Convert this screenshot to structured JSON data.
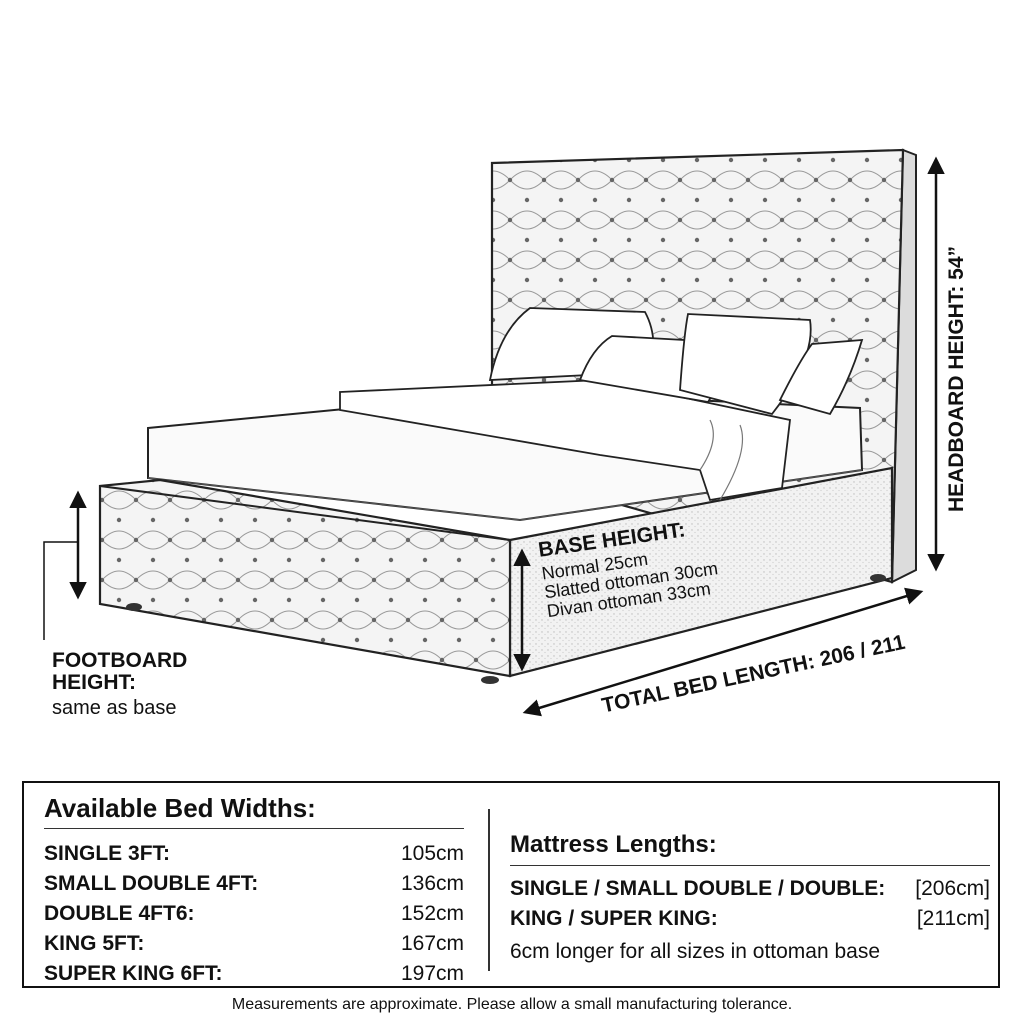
{
  "labels": {
    "footboard_title_1": "FOOTBOARD",
    "footboard_title_2": "HEIGHT:",
    "footboard_sub": "same as base",
    "headboard": "HEADBOARD HEIGHT: 54”",
    "base_title": "BASE HEIGHT:",
    "base_lines": [
      "Normal 25cm",
      "Slatted ottoman 30cm",
      "Divan ottoman 33cm"
    ],
    "total_length": "TOTAL BED LENGTH: 206 / 211"
  },
  "widths": {
    "title": "Available Bed Widths:",
    "rows": [
      {
        "name": "SINGLE 3FT:",
        "value": "105cm"
      },
      {
        "name": "SMALL DOUBLE 4FT:",
        "value": "136cm"
      },
      {
        "name": "DOUBLE 4FT6:",
        "value": "152cm"
      },
      {
        "name": "KING 5FT:",
        "value": "167cm"
      },
      {
        "name": "SUPER KING 6FT:",
        "value": "197cm"
      }
    ]
  },
  "mattress": {
    "title": "Mattress Lengths:",
    "rows": [
      {
        "name": "SINGLE / SMALL DOUBLE / DOUBLE:",
        "value": "[206cm]"
      },
      {
        "name": "KING / SUPER KING:",
        "value": "[211cm]"
      }
    ],
    "note": "6cm longer for all sizes in ottoman base"
  },
  "footer": "Measurements are approximate. Please allow a small manufacturing tolerance."
}
